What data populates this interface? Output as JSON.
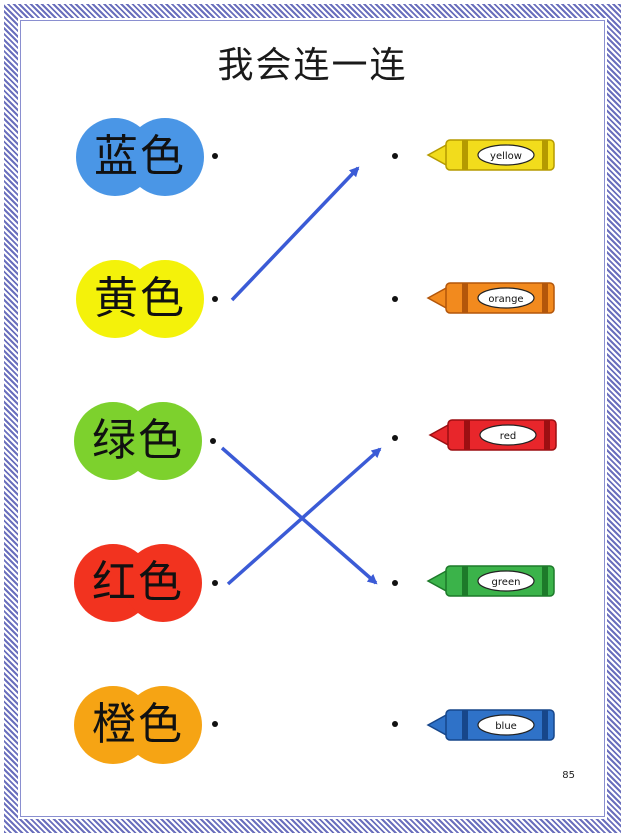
{
  "title": "我会连一连",
  "page_number": "85",
  "colors_left": [
    {
      "label": "蓝色",
      "color": "#4a96e6"
    },
    {
      "label": "黄色",
      "color": "#f4f20a"
    },
    {
      "label": "绿色",
      "color": "#7dd12d"
    },
    {
      "label": "红色",
      "color": "#f2331f"
    },
    {
      "label": "橙色",
      "color": "#f6a414"
    }
  ],
  "crayons_right": [
    {
      "label": "yellow",
      "color": "#f2dc1c",
      "dark": "#b59a00"
    },
    {
      "label": "orange",
      "color": "#f28a1e",
      "dark": "#b3560a"
    },
    {
      "label": "red",
      "color": "#e8262b",
      "dark": "#9c0f12"
    },
    {
      "label": "green",
      "color": "#3bb34a",
      "dark": "#1d7a2a"
    },
    {
      "label": "blue",
      "color": "#2f72c8",
      "dark": "#17468a"
    }
  ],
  "arrow_color": "#3b5bd6"
}
